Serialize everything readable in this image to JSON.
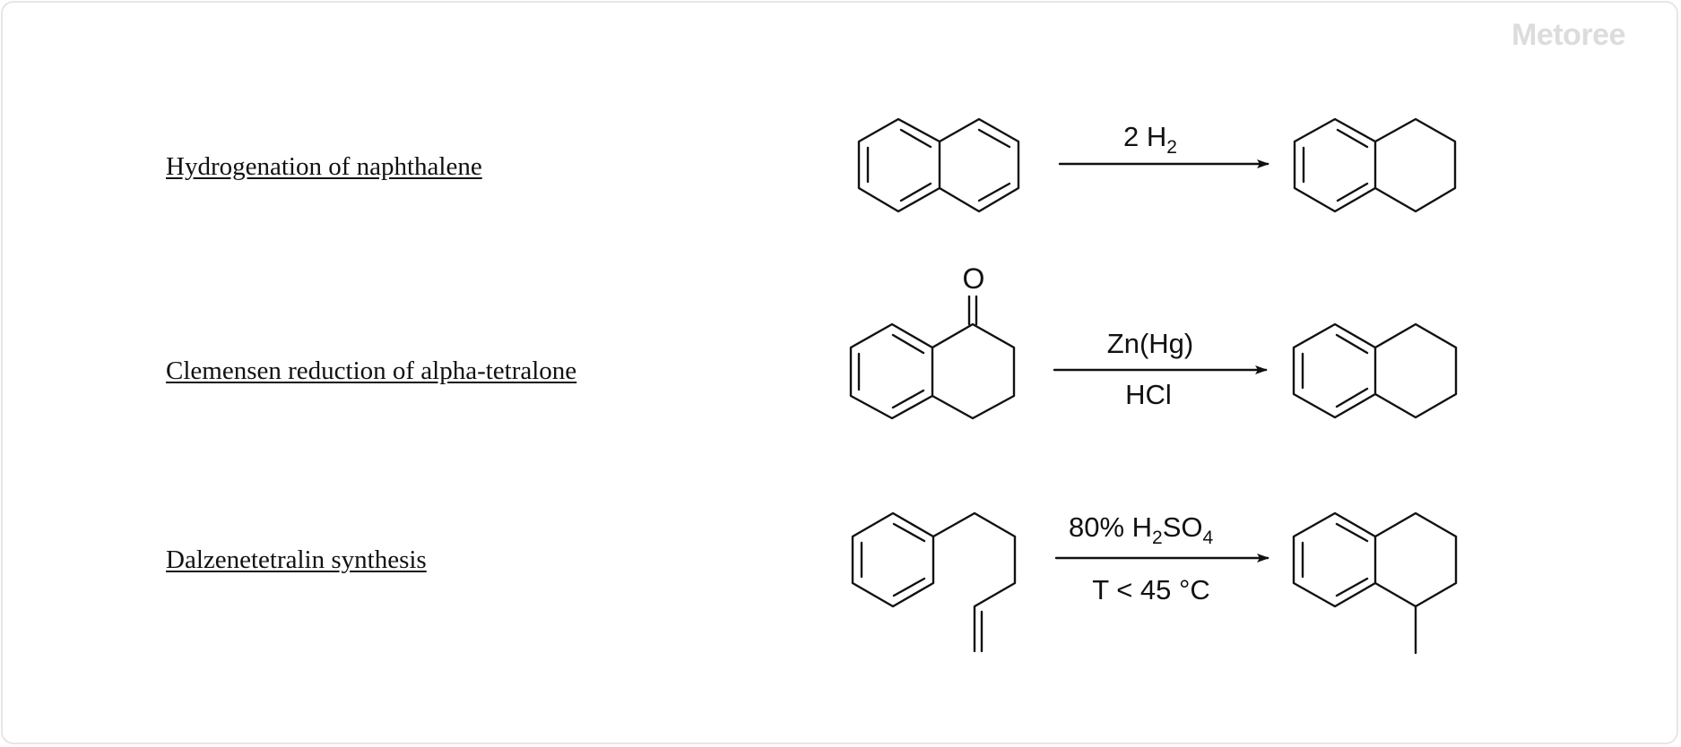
{
  "watermark": "Metoree",
  "reactions": [
    {
      "label": "Hydrogenation of naphthalene",
      "reactant": "naphthalene",
      "product": "tetralin",
      "reagent_above": {
        "main": "2 H",
        "sub": "2",
        "tail": ""
      },
      "reagent_below": ""
    },
    {
      "label": "Clemensen reduction of alpha-tetralone",
      "reactant": "alpha-tetralone",
      "product": "tetralin",
      "reagent_above": {
        "main": "Zn(Hg)",
        "sub": "",
        "tail": ""
      },
      "reagent_below": "HCl",
      "atom_label": "O"
    },
    {
      "label": "Dalzenetetralin synthesis",
      "reactant": "5-phenyl-1-pentene",
      "product": "1-methyltetralin",
      "reagent_above": {
        "main": "80% H",
        "sub": "2",
        "tail": "SO",
        "sub2": "4"
      },
      "reagent_below": "T < 45 °C"
    }
  ]
}
